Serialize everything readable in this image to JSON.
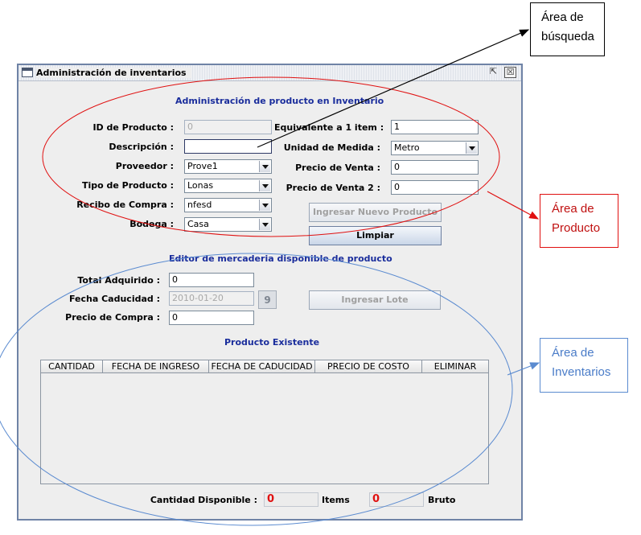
{
  "window": {
    "title": "Administración de inventarios",
    "restore_glyph": "⇱",
    "close_glyph": "☒"
  },
  "product_section": {
    "title": "Administración de producto en Inventario",
    "id_label": "ID de Producto :",
    "id_value": "0",
    "description_label": "Descripción :",
    "description_value": "",
    "supplier_label": "Proveedor :",
    "supplier_value": "Prove1",
    "product_type_label": "Tipo de Producto :",
    "product_type_value": "Lonas",
    "receipt_label": "Recibo de Compra :",
    "receipt_value": "nfesd",
    "warehouse_label": "Bodega :",
    "warehouse_value": "Casa",
    "equivalent_label": "Equivalente a 1 item :",
    "equivalent_value": "1",
    "unit_label": "Unidad de Medida :",
    "unit_value": "Metro",
    "price_label": "Precio de Venta :",
    "price_value": "0",
    "price2_label": "Precio de Venta 2 :",
    "price2_value": "0",
    "new_product_button": "Ingresar Nuevo Producto",
    "clear_button": "Limpiar"
  },
  "inventory_section": {
    "title": "Editor de mercaderia disponible de producto",
    "total_label": "Total Adquirido :",
    "total_value": "0",
    "expiry_label": "Fecha Caducidad :",
    "expiry_value": "2010-01-20",
    "calendar_glyph": "9",
    "purchase_price_label": "Precio de Compra :",
    "purchase_price_value": "0",
    "add_lot_button": "Ingresar Lote",
    "existing_title": "Producto Existente",
    "columns": [
      "CANTIDAD",
      "FECHA DE INGRESO",
      "FECHA DE CADUCIDAD",
      "PRECIO DE COSTO",
      "ELIMINAR"
    ],
    "available_label": "Cantidad Disponible :",
    "available_items": "0",
    "items_label": "Items",
    "available_gross": "0",
    "gross_label": "Bruto"
  },
  "annotations": {
    "search": "Área de búsqueda",
    "product": "Área de Producto",
    "inventory": "Área de Inventarios",
    "colors": {
      "search": "#000000",
      "product": "#e01010",
      "inventory": "#5b8bd0"
    }
  }
}
